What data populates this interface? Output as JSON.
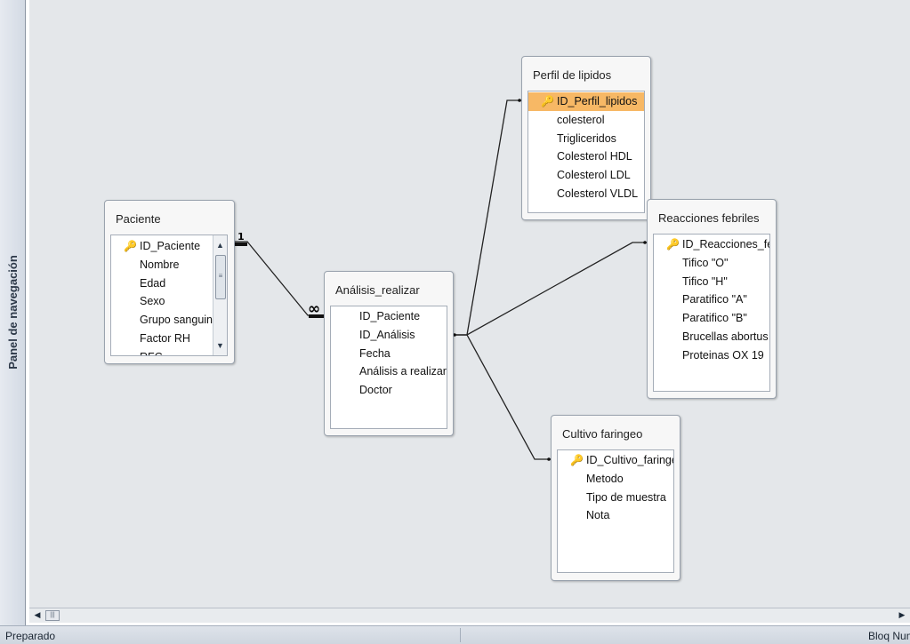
{
  "nav_pane": {
    "label": "Panel de navegación"
  },
  "tables": {
    "paciente": {
      "title": "Paciente",
      "fields": [
        "ID_Paciente",
        "Nombre",
        "Edad",
        "Sexo",
        "Grupo sanguineo",
        "Factor RH",
        "RFC"
      ],
      "key_field": "ID_Paciente"
    },
    "analisis": {
      "title": "Análisis_realizar",
      "fields": [
        "ID_Paciente",
        "ID_Análisis",
        "Fecha",
        "Análisis a realizar",
        "Doctor"
      ]
    },
    "perfil": {
      "title": "Perfil de lipidos",
      "fields": [
        "ID_Perfil_lipidos",
        "colesterol",
        "Trigliceridos",
        "Colesterol HDL",
        "Colesterol LDL",
        "Colesterol VLDL"
      ],
      "key_field": "ID_Perfil_lipidos",
      "selected": "ID_Perfil_lipidos"
    },
    "reacciones": {
      "title": "Reacciones febriles",
      "fields": [
        "ID_Reacciones_febriles",
        "Tifico \"O\"",
        "Tifico \"H\"",
        "Paratifico \"A\"",
        "Paratifico \"B\"",
        "Brucellas abortus",
        "Proteinas OX 19"
      ],
      "key_field": "ID_Reacciones_febriles"
    },
    "cultivo": {
      "title": "Cultivo faringeo",
      "fields": [
        "ID_Cultivo_faringeo",
        "Metodo",
        "Tipo de muestra",
        "Nota"
      ],
      "key_field": "ID_Cultivo_faringeo"
    }
  },
  "relationship": {
    "one_label": "1",
    "many_label": "∞"
  },
  "icons": {
    "key": "key-icon",
    "scroll_up": "scroll-up-arrow-icon",
    "scroll_down": "scroll-down-arrow-icon",
    "scroll_left": "scroll-left-arrow-icon",
    "scroll_right": "scroll-right-arrow-icon"
  },
  "colors": {
    "selected_field": "#f7b865",
    "canvas": "#e4e7ea"
  },
  "status_bar": {
    "left": "Preparado",
    "right": "Bloq Num"
  }
}
